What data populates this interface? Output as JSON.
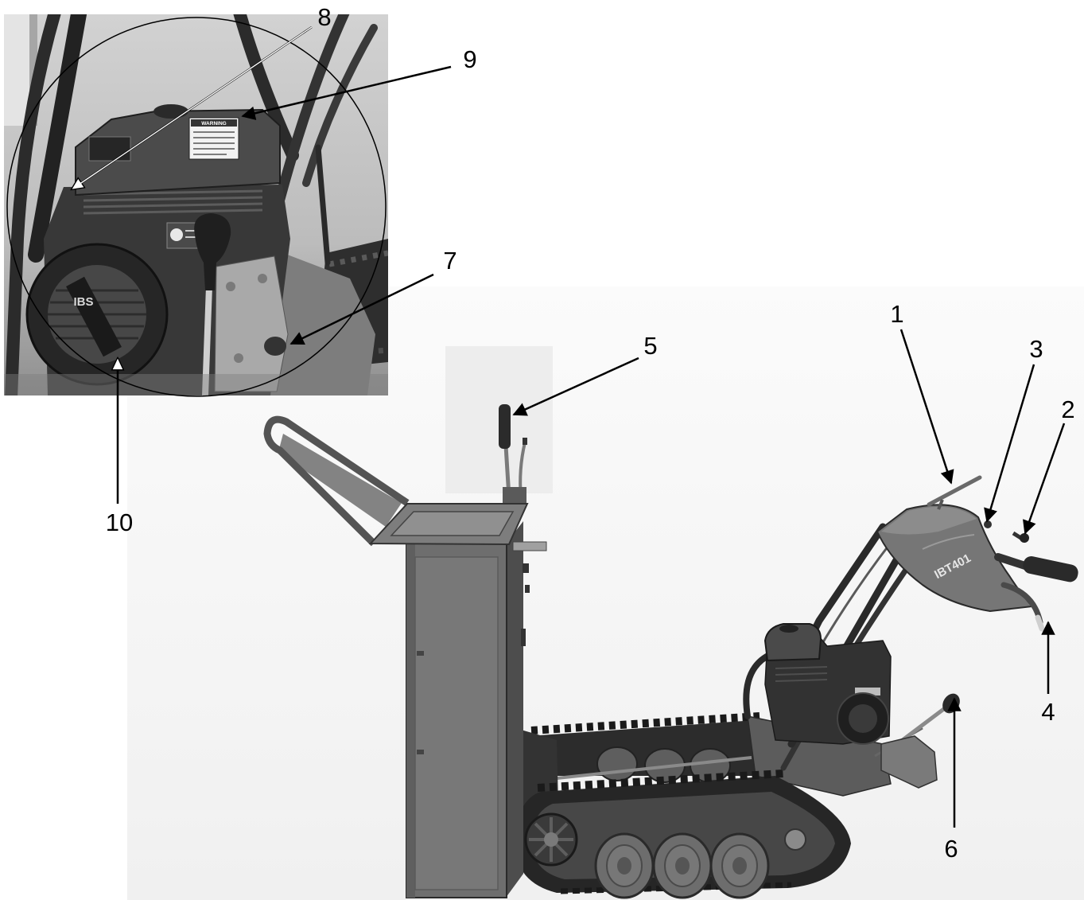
{
  "figure": {
    "callouts": [
      {
        "label": "1"
      },
      {
        "label": "2"
      },
      {
        "label": "3"
      },
      {
        "label": "4"
      },
      {
        "label": "5"
      },
      {
        "label": "6"
      },
      {
        "label": "7"
      },
      {
        "label": "8"
      },
      {
        "label": "9"
      },
      {
        "label": "10"
      }
    ],
    "machine_model_label": "IBT401",
    "inset_recoil_label": "IBS",
    "inset_sticker_heading": "WARNING"
  }
}
